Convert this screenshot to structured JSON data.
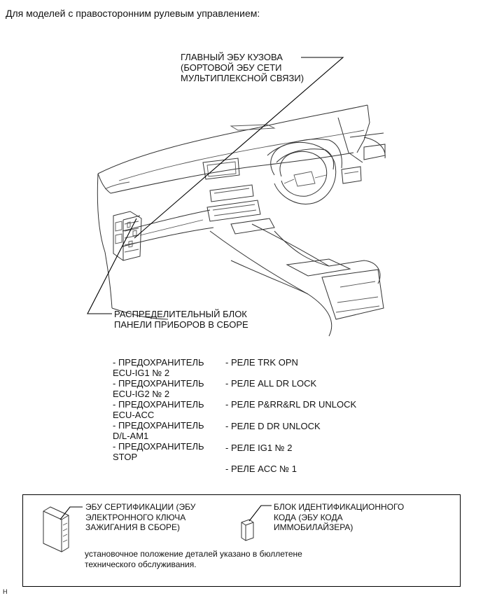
{
  "header": {
    "title": "Для моделей с правосторонним рулевым управлением:"
  },
  "callouts": {
    "main_body_ecu": [
      "ГЛАВНЫЙ ЭБУ КУЗОВА",
      "(БОРТОВОЙ ЭБУ СЕТИ",
      "МУЛЬТИПЛЕКСНОЙ СВЯЗИ)"
    ],
    "junction_block": [
      "РАСПРЕДЕЛИТЕЛЬНЫЙ БЛОК",
      "ПАНЕЛИ ПРИБОРОВ В СБОРЕ"
    ]
  },
  "fuses": [
    {
      "line1": "- ПРЕДОХРАНИТЕЛЬ",
      "line2": "ECU-IG1 № 2"
    },
    {
      "line1": "- ПРЕДОХРАНИТЕЛЬ",
      "line2": "ECU-IG2 № 2"
    },
    {
      "line1": "- ПРЕДОХРАНИТЕЛЬ",
      "line2": "ECU-ACC"
    },
    {
      "line1": "- ПРЕДОХРАНИТЕЛЬ",
      "line2": "D/L-AM1"
    },
    {
      "line1": "- ПРЕДОХРАНИТЕЛЬ",
      "line2": "STOP"
    }
  ],
  "relays": [
    "- РЕЛЕ TRK OPN",
    "- РЕЛЕ ALL DR LOCK",
    "- РЕЛЕ P&RR&RL DR UNLOCK",
    "- РЕЛЕ D DR UNLOCK",
    "- РЕЛЕ IG1 № 2",
    "- РЕЛЕ ACC № 1"
  ],
  "legend_box": {
    "certification_ecu": [
      "ЭБУ СЕРТИФИКАЦИИ (ЭБУ",
      "ЭЛЕКТРОННОГО КЛЮЧА",
      "ЗАЖИГАНИЯ В СБОРЕ)"
    ],
    "id_code_box": [
      "БЛОК ИДЕНТИФИКАЦИОННОГО",
      "КОДА (ЭБУ КОДА",
      "ИММОБИЛАЙЗЕРА)"
    ],
    "note": [
      "установочное положение деталей указано в бюллетене",
      "технического обслуживания."
    ]
  },
  "corner_mark": "H"
}
